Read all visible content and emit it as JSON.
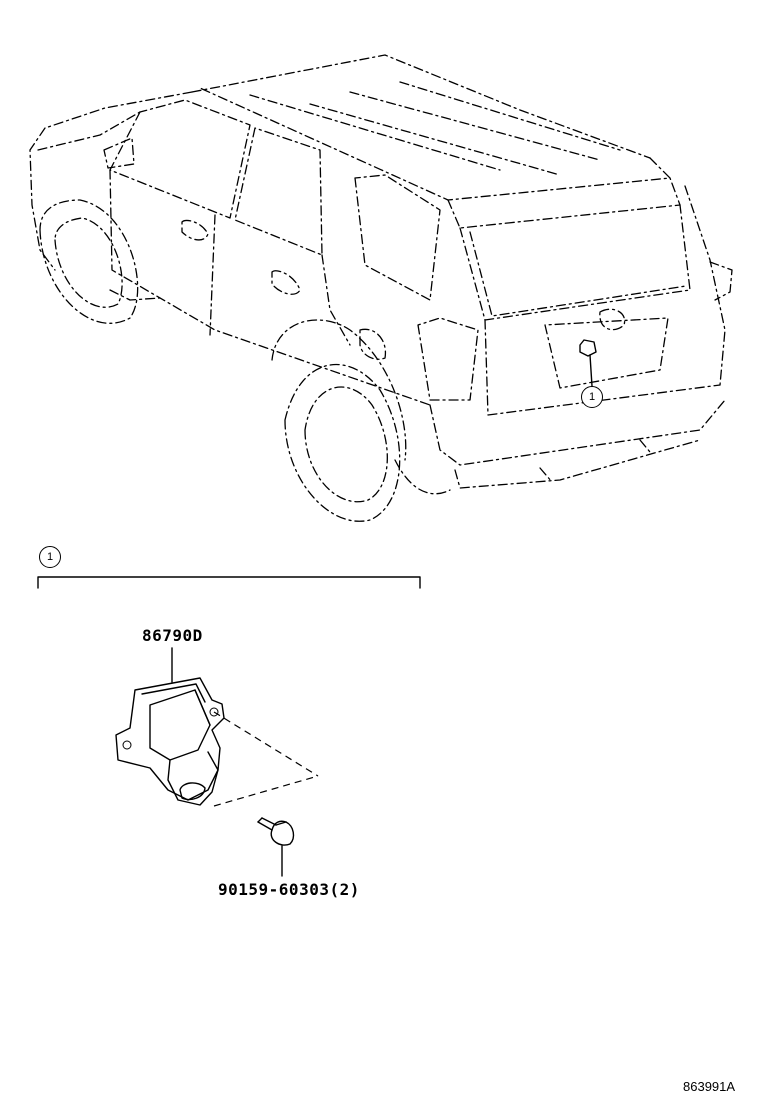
{
  "callouts": {
    "vehicle_ref": "1",
    "group_ref": "1"
  },
  "parts": {
    "camera_part_number": "86790D",
    "screw_part_number": "90159-60303(2)"
  },
  "illustration_number": "863991A"
}
